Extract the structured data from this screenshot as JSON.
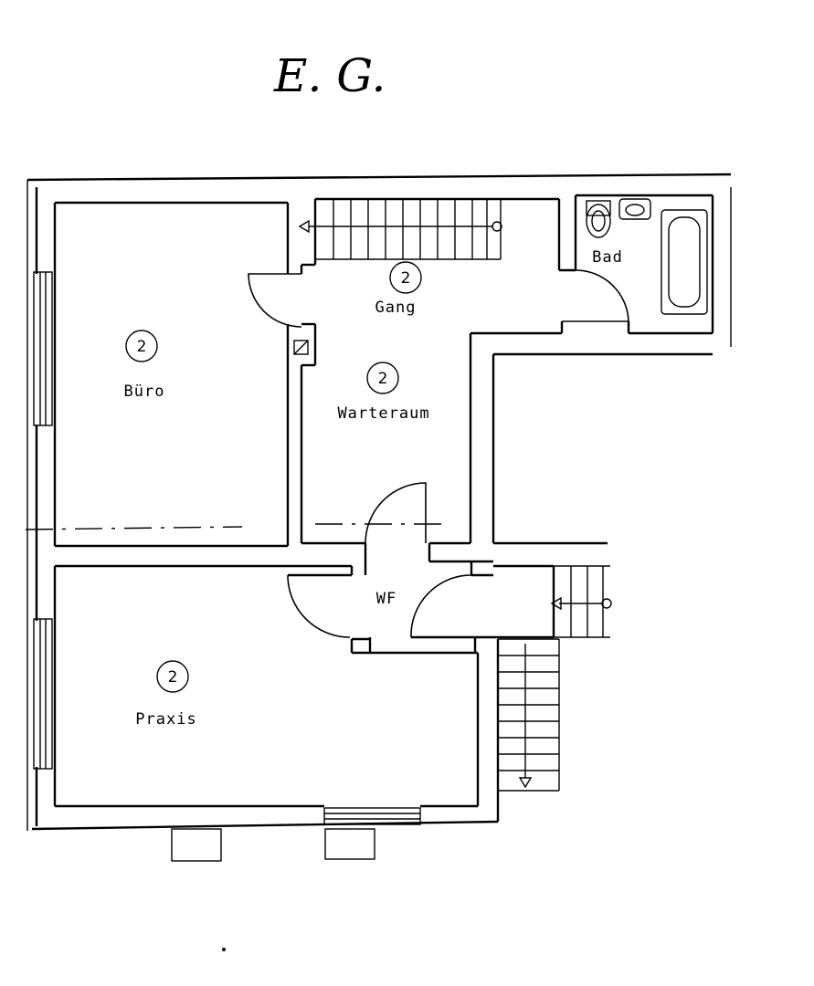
{
  "title": "E. G.",
  "rooms": [
    {
      "key": "buro",
      "label": "Büro",
      "number": "2"
    },
    {
      "key": "gang",
      "label": "Gang",
      "number": "2"
    },
    {
      "key": "warteraum",
      "label": "Warteraum",
      "number": "2"
    },
    {
      "key": "bad",
      "label": "Bad"
    },
    {
      "key": "wf",
      "label": "WF"
    },
    {
      "key": "praxis",
      "label": "Praxis",
      "number": "2"
    }
  ]
}
